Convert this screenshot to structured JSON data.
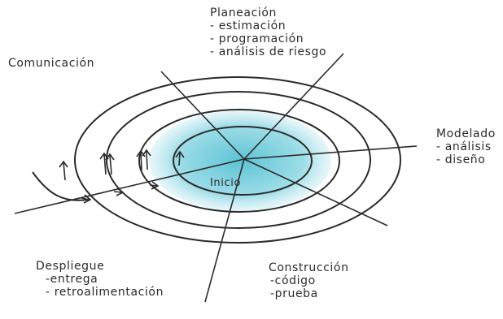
{
  "center_label": "Inicio",
  "phases": {
    "planeacion": {
      "title": "Planeación",
      "items": [
        "- estimación",
        "- programación",
        "- análisis de riesgo"
      ]
    },
    "comunicacion": {
      "title": "Comunicación",
      "items": []
    },
    "modelado": {
      "title": "Modelado",
      "items": [
        "- análisis",
        "- diseño"
      ]
    },
    "construccion": {
      "title": "Construcción",
      "items": [
        "-código",
        "-prueba"
      ]
    },
    "despliegue": {
      "title": "Despliegue",
      "items": [
        "-entrega",
        "- retroalimentación"
      ]
    }
  },
  "colors": {
    "ink": "#2b2b2b",
    "center_fill": "#3fb7cc"
  }
}
